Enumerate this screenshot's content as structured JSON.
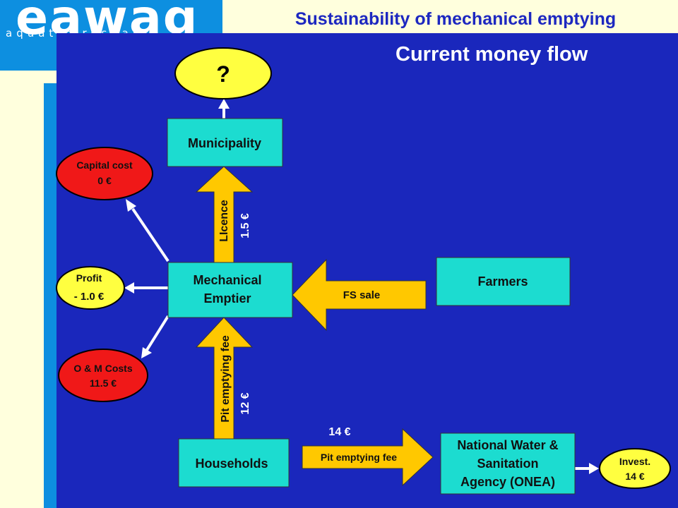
{
  "header": {
    "logo": "eawag",
    "logo_tagline": "aquatic research",
    "title": "Sustainability of mechanical emptying"
  },
  "slide": {
    "title": "Current money flow"
  },
  "colors": {
    "box_fill": "#1cdcd0",
    "arrow_fill": "#ffc800",
    "cost_fill": "#f01818",
    "unknown_fill": "#ffff40",
    "background": "#1a27bc",
    "accent_blue": "#0d8fe0"
  },
  "nodes": {
    "unknown": "?",
    "municipality": "Municipality",
    "emptier_line1": "Mechanical",
    "emptier_line2": "Emptier",
    "farmers": "Farmers",
    "households": "Households",
    "onea_line1": "National Water &",
    "onea_line2": "Sanitation",
    "onea_line3": "Agency (ONEA)"
  },
  "outcomes": {
    "capital_label": "Capital cost",
    "capital_value": "0 €",
    "profit_label": "Profit",
    "profit_value": "- 1.0 €",
    "om_label": "O & M Costs",
    "om_value": "11.5 €",
    "invest_label": "Invest.",
    "invest_value": "14 €"
  },
  "flows": {
    "licence_label": "LIcence",
    "licence_value": "1.5 €",
    "pit_fee_label": "Pit emptying fee",
    "pit_fee_value": "12 €",
    "fs_sale_label": "FS sale",
    "onea_fee_label": "Pit emptying fee",
    "onea_fee_value": "14 €"
  }
}
